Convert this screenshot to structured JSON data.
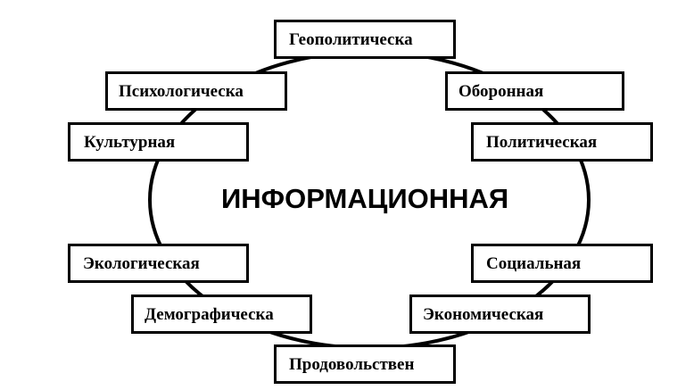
{
  "center": {
    "label": "ИНФОРМАЦИОННАЯ"
  },
  "nodes": [
    {
      "id": "geopolitical",
      "label": "Геополитическа"
    },
    {
      "id": "psychological",
      "label": "Психологическа"
    },
    {
      "id": "defense",
      "label": "Оборонная"
    },
    {
      "id": "cultural",
      "label": "Культурная"
    },
    {
      "id": "political",
      "label": "Политическая"
    },
    {
      "id": "ecological",
      "label": "Экологическая"
    },
    {
      "id": "social",
      "label": "Социальная"
    },
    {
      "id": "demographic",
      "label": "Демографическа"
    },
    {
      "id": "economic",
      "label": "Экономическая"
    },
    {
      "id": "food",
      "label": "Продовольствен"
    }
  ],
  "colors": {
    "stroke": "#000000",
    "fill": "#ffffff",
    "text": "#000000"
  }
}
